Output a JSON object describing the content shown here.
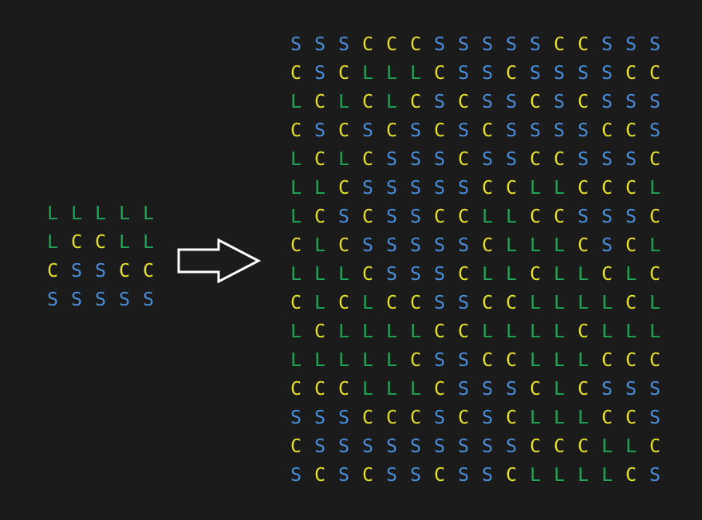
{
  "colors": {
    "background": "#1b1b1b",
    "L": "#1fa855",
    "C": "#e6e22a",
    "S": "#4a8fdc",
    "arrow": "#ffffff"
  },
  "arrow_icon": "right-arrow-icon",
  "input_grid": [
    [
      "L",
      "L",
      "L",
      "L",
      "L"
    ],
    [
      "L",
      "C",
      "C",
      "L",
      "L"
    ],
    [
      "C",
      "S",
      "S",
      "C",
      "C"
    ],
    [
      "S",
      "S",
      "S",
      "S",
      "S"
    ]
  ],
  "output_grid": [
    [
      "S",
      "S",
      "S",
      "C",
      "C",
      "C",
      "S",
      "S",
      "S",
      "S",
      "S",
      "C",
      "C",
      "S",
      "S",
      "S"
    ],
    [
      "C",
      "S",
      "C",
      "L",
      "L",
      "L",
      "C",
      "S",
      "S",
      "C",
      "S",
      "S",
      "S",
      "S",
      "C",
      "C"
    ],
    [
      "L",
      "C",
      "L",
      "C",
      "L",
      "C",
      "S",
      "C",
      "S",
      "S",
      "C",
      "S",
      "C",
      "S",
      "S",
      "S"
    ],
    [
      "C",
      "S",
      "C",
      "S",
      "C",
      "S",
      "C",
      "S",
      "C",
      "S",
      "S",
      "S",
      "S",
      "C",
      "C",
      "S"
    ],
    [
      "L",
      "C",
      "L",
      "C",
      "S",
      "S",
      "S",
      "C",
      "S",
      "S",
      "C",
      "C",
      "S",
      "S",
      "S",
      "C"
    ],
    [
      "L",
      "L",
      "C",
      "S",
      "S",
      "S",
      "S",
      "S",
      "C",
      "C",
      "L",
      "L",
      "C",
      "C",
      "C",
      "L"
    ],
    [
      "L",
      "C",
      "S",
      "C",
      "S",
      "S",
      "C",
      "C",
      "L",
      "L",
      "C",
      "C",
      "S",
      "S",
      "S",
      "C"
    ],
    [
      "C",
      "L",
      "C",
      "S",
      "S",
      "S",
      "S",
      "S",
      "C",
      "L",
      "L",
      "L",
      "C",
      "S",
      "C",
      "L"
    ],
    [
      "L",
      "L",
      "L",
      "C",
      "S",
      "S",
      "S",
      "C",
      "L",
      "L",
      "C",
      "L",
      "L",
      "C",
      "L",
      "C"
    ],
    [
      "C",
      "L",
      "C",
      "L",
      "C",
      "C",
      "S",
      "S",
      "C",
      "C",
      "L",
      "L",
      "L",
      "L",
      "C",
      "L"
    ],
    [
      "L",
      "C",
      "L",
      "L",
      "L",
      "L",
      "C",
      "C",
      "L",
      "L",
      "L",
      "L",
      "C",
      "L",
      "L",
      "L"
    ],
    [
      "L",
      "L",
      "L",
      "L",
      "L",
      "C",
      "S",
      "S",
      "C",
      "C",
      "L",
      "L",
      "L",
      "C",
      "C",
      "C"
    ],
    [
      "C",
      "C",
      "C",
      "L",
      "L",
      "L",
      "C",
      "S",
      "S",
      "S",
      "C",
      "L",
      "C",
      "S",
      "S",
      "S"
    ],
    [
      "S",
      "S",
      "S",
      "C",
      "C",
      "C",
      "S",
      "C",
      "S",
      "C",
      "L",
      "L",
      "L",
      "C",
      "C",
      "S"
    ],
    [
      "C",
      "S",
      "S",
      "S",
      "S",
      "S",
      "S",
      "S",
      "S",
      "S",
      "C",
      "C",
      "C",
      "L",
      "L",
      "C"
    ],
    [
      "S",
      "C",
      "S",
      "C",
      "S",
      "S",
      "C",
      "S",
      "S",
      "C",
      "L",
      "L",
      "L",
      "L",
      "C",
      "S"
    ]
  ]
}
